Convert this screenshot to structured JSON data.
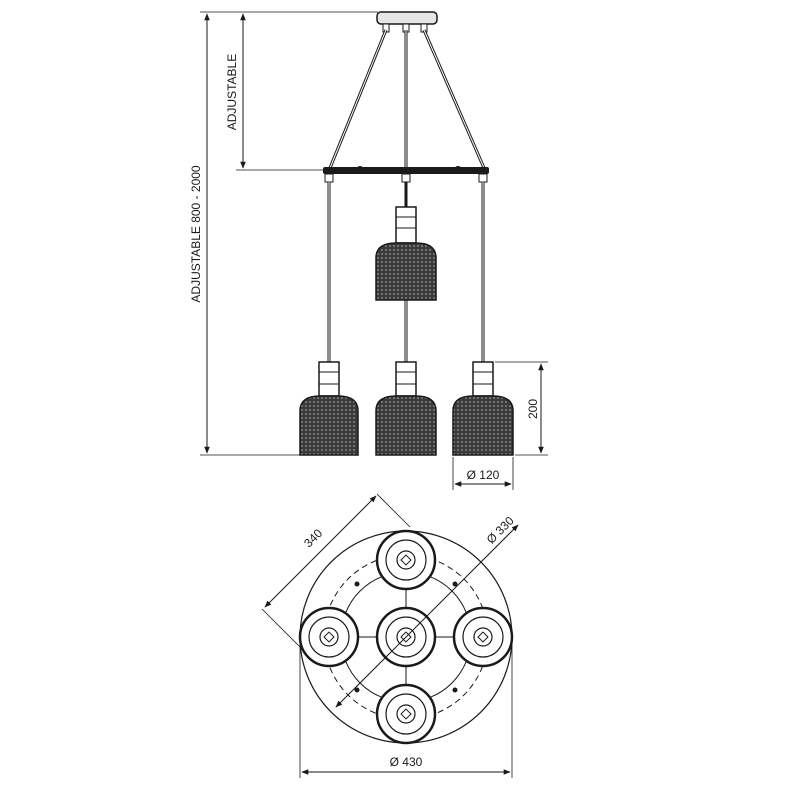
{
  "drawing": {
    "side_view": {
      "total_height_label": "ADJUSTABLE 800 - 2000",
      "suspension_label": "ADJUSTABLE",
      "shade_height_label": "200",
      "shade_diameter_label": "Ø 120"
    },
    "plan_view": {
      "side_label": "340",
      "pcd_label": "Ø 330",
      "outer_diameter_label": "Ø 430"
    },
    "colors": {
      "line": "#1a1a1a",
      "shade_fill": "#3a3a3a",
      "background": "#ffffff"
    }
  }
}
